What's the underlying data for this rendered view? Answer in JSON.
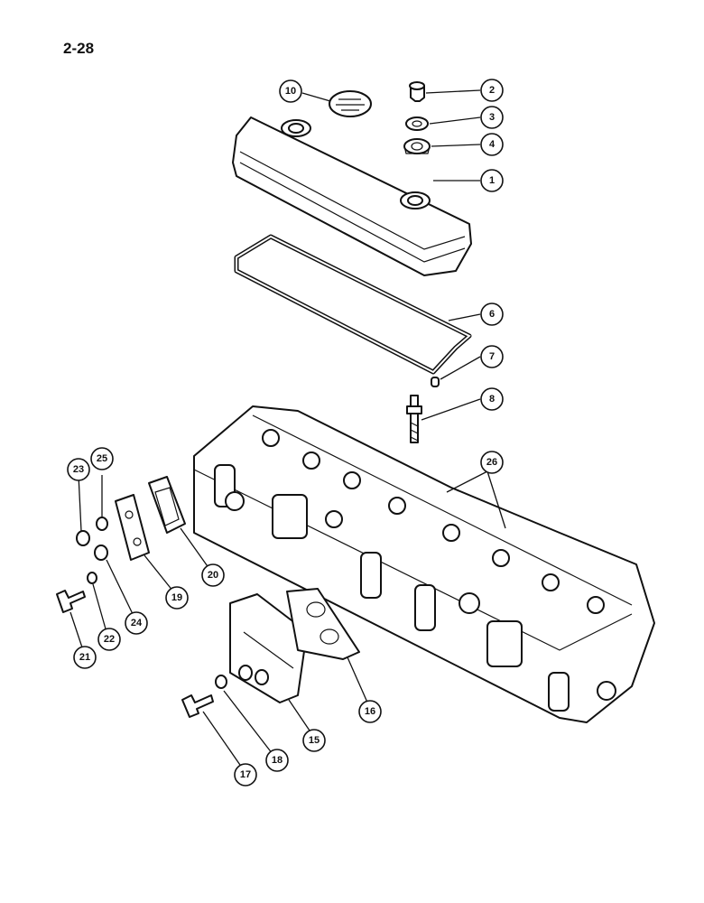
{
  "page_number": "2-28",
  "callouts": [
    {
      "id": "c1",
      "label": "1"
    },
    {
      "id": "c2",
      "label": "2"
    },
    {
      "id": "c3",
      "label": "3"
    },
    {
      "id": "c4",
      "label": "4"
    },
    {
      "id": "c6",
      "label": "6"
    },
    {
      "id": "c7",
      "label": "7"
    },
    {
      "id": "c8",
      "label": "8"
    },
    {
      "id": "c10",
      "label": "10"
    },
    {
      "id": "c15",
      "label": "15"
    },
    {
      "id": "c16",
      "label": "16"
    },
    {
      "id": "c17",
      "label": "17"
    },
    {
      "id": "c18",
      "label": "18"
    },
    {
      "id": "c19",
      "label": "19"
    },
    {
      "id": "c20",
      "label": "20"
    },
    {
      "id": "c21",
      "label": "21"
    },
    {
      "id": "c22",
      "label": "22"
    },
    {
      "id": "c23",
      "label": "23"
    },
    {
      "id": "c24",
      "label": "24"
    },
    {
      "id": "c25",
      "label": "25"
    },
    {
      "id": "c26",
      "label": "26"
    }
  ]
}
